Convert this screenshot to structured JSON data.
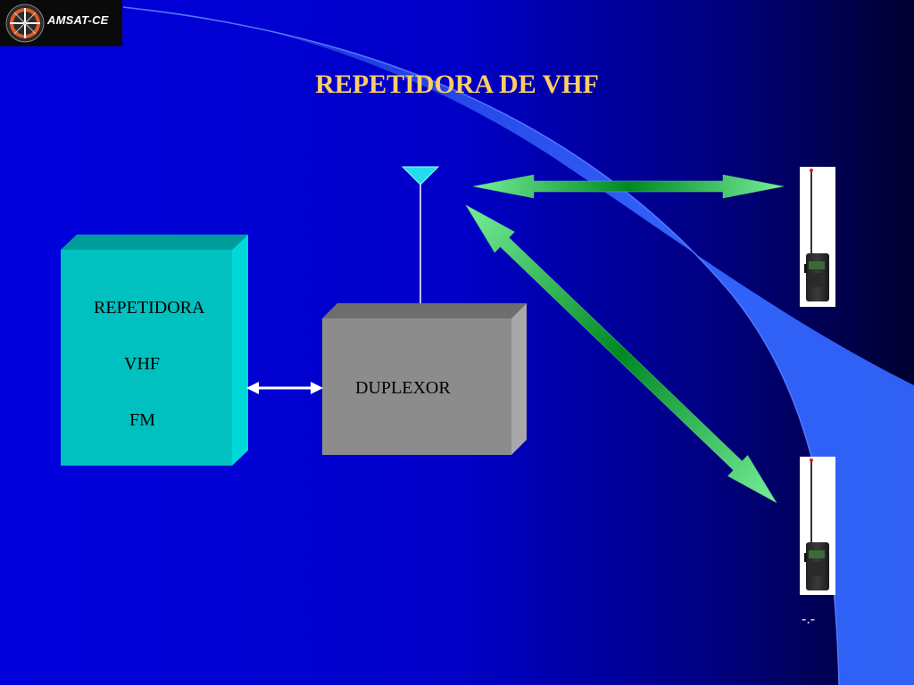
{
  "logo": {
    "text": "AMSAT-CE"
  },
  "title": "REPETIDORA DE VHF",
  "repeater_box": {
    "line1": "REPETIDORA",
    "line2": "VHF",
    "line3": "FM"
  },
  "duplexer_box": {
    "label": "DUPLEXOR"
  },
  "footer_mark": "-.-",
  "colors": {
    "background_left": "#0000dd",
    "background_right": "#000033",
    "arc_fill": "#3366ff",
    "title": "#ffcc66",
    "repeater_front": "#00c0c0",
    "repeater_top": "#009c9c",
    "repeater_side": "#00d8d8",
    "duplexer_front": "#8c8c8c",
    "duplexer_top": "#6e6e6e",
    "duplexer_side": "#a8a8a8",
    "link_arrow_light": "#77ee99",
    "link_arrow_dark": "#008822",
    "antenna": "#22ddee"
  },
  "icons": [
    "logo-emblem-icon",
    "antenna-icon",
    "radio-handset-icon"
  ]
}
